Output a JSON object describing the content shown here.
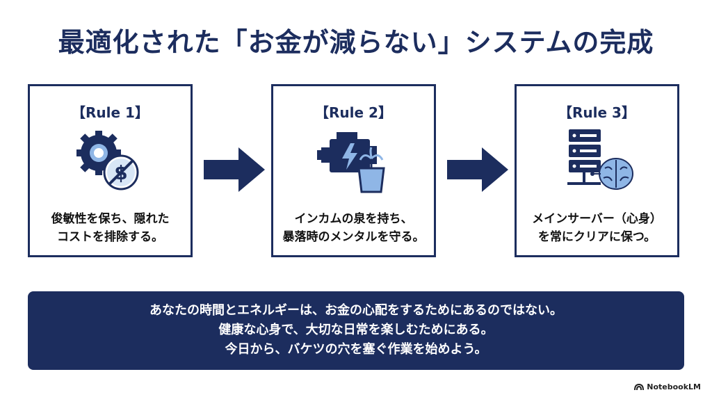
{
  "title": "最適化された「お金が減らない」システムの完成",
  "rules": [
    {
      "heading": "【Rule 1】",
      "icon": "gears-dollar-icon",
      "lines": [
        "俊敏性を保ち、隠れた",
        "コストを排除する。"
      ]
    },
    {
      "heading": "【Rule 2】",
      "icon": "engine-fountain-icon",
      "lines": [
        "インカムの泉を持ち、",
        "暴落時のメンタルを守る。"
      ]
    },
    {
      "heading": "【Rule 3】",
      "icon": "server-brain-icon",
      "lines": [
        "メインサーバー（心身）",
        "を常にクリアに保つ。"
      ]
    }
  ],
  "arrows": [
    "arrow-right-icon",
    "arrow-right-icon"
  ],
  "message": {
    "lines": [
      "あなたの時間とエネルギーは、お金の心配をするためにあるのではない。",
      "健康な心身で、大切な日常を楽しむためにある。",
      "今日から、バケツの穴を塞ぐ作業を始めよう。"
    ]
  },
  "brand": {
    "label": "NotebookLM",
    "icon": "notebooklm-logo-icon"
  },
  "colors": {
    "navy": "#1c2d5e",
    "light_blue": "#8fb6e6",
    "white": "#ffffff"
  }
}
